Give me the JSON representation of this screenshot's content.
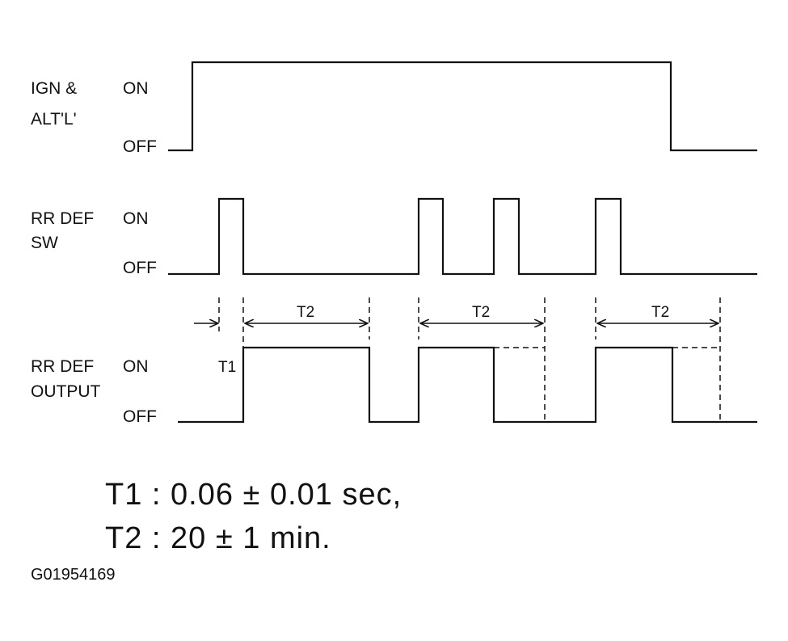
{
  "signals": [
    {
      "name_lines": [
        "IGN &",
        "ALT'L'"
      ],
      "on": "ON",
      "off": "OFF"
    },
    {
      "name_lines": [
        "RR DEF",
        "SW"
      ],
      "on": "ON",
      "off": "OFF"
    },
    {
      "name_lines": [
        "RR DEF",
        "OUTPUT"
      ],
      "on": "ON",
      "off": "OFF"
    }
  ],
  "timing_labels": {
    "t1": "T1",
    "t2": "T2"
  },
  "notes": [
    "T1 : 0.06 ± 0.01 sec,",
    "T2 : 20 ± 1 min."
  ],
  "figure_code": "G01954169"
}
